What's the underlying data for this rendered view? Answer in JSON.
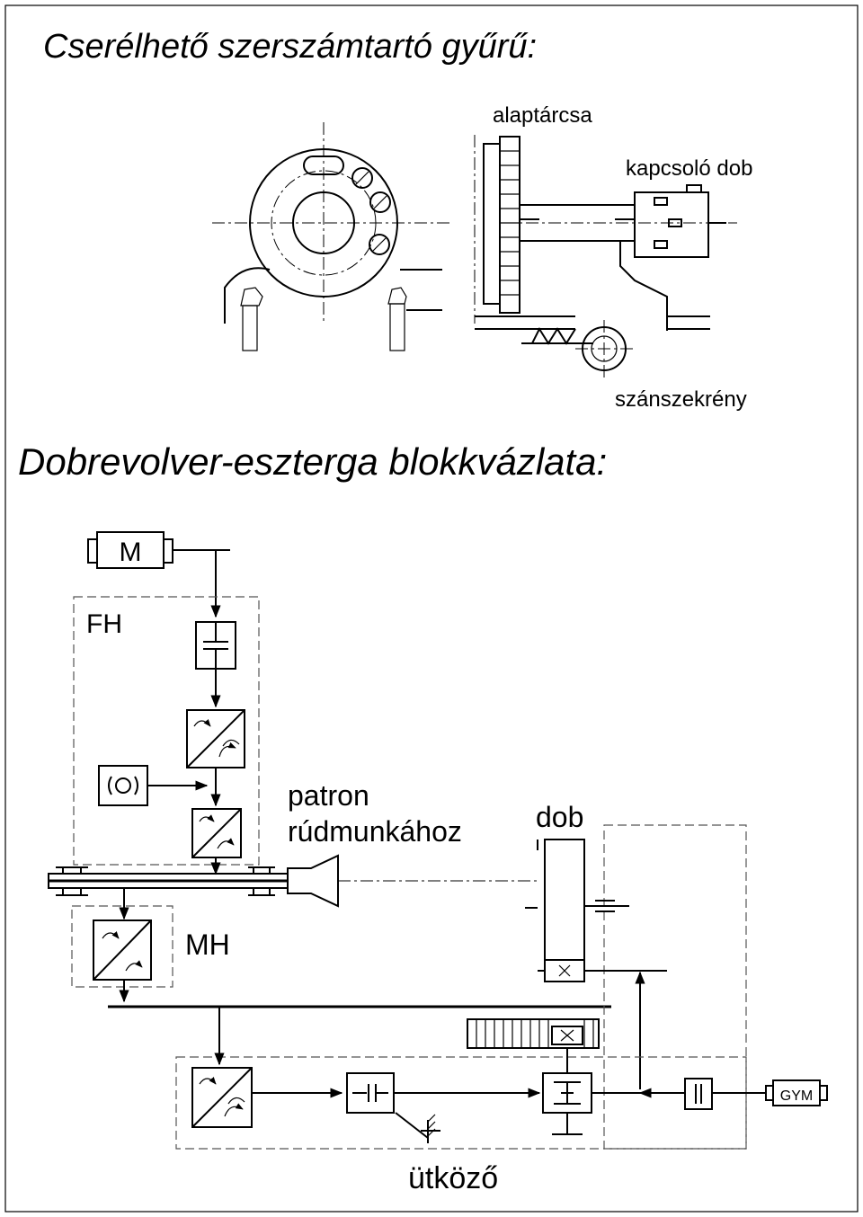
{
  "titles": {
    "ring": "Cserélhető szerszámtartó gyűrű:",
    "block": "Dobrevolver-eszterga blokkvázlata:"
  },
  "labels": {
    "alaptarcsa": "alaptárcsa",
    "kapcsolo_dob": "kapcsoló dob",
    "szanszekreny": "szánszekrény",
    "motor": "M",
    "fh": "FH",
    "mh": "MH",
    "patron_line1": "patron",
    "patron_line2": "rúdmunkához",
    "dob": "dob",
    "gym": "GYM",
    "utkozo": "ütköző"
  }
}
